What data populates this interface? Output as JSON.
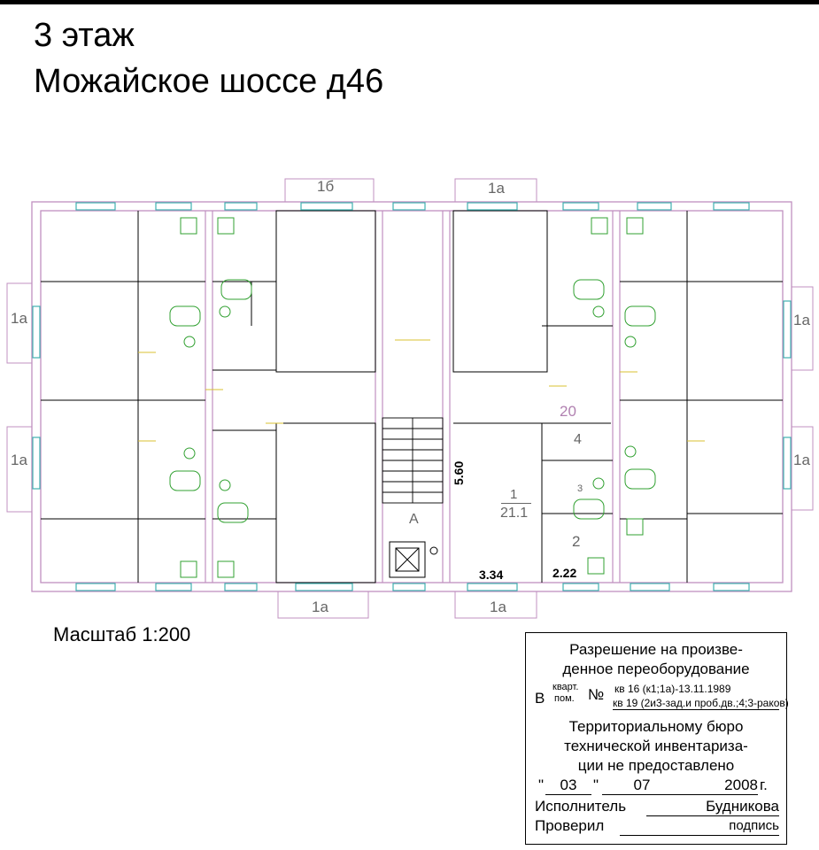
{
  "header": {
    "floor": "3 этаж",
    "address": "Можайское шоссе д46"
  },
  "plan": {
    "window_labels": [
      "1б",
      "1а",
      "1а",
      "1а",
      "1а",
      "1а",
      "1а",
      "1а"
    ],
    "stair_label": "А",
    "room_numbers": [
      "20",
      "4",
      "1",
      "3",
      "2"
    ],
    "room_area": "21.1",
    "dimensions": [
      "5.60",
      "3.34",
      "2.22"
    ],
    "colors": {
      "walls": "#c090c0",
      "windows": "#40b0b0",
      "fixtures": "#30a030",
      "annotations": "#d8c030"
    }
  },
  "scale": "Масштаб 1:200",
  "stamp": {
    "line1": "Разрешение на произве-",
    "line2": "денное переоборудование",
    "v_prefix": "В",
    "kvart": "кварт.",
    "pom": "пом.",
    "num_sign": "№",
    "kv_line1": "кв 16 (к1;1а)-13.11.1989",
    "kv_line2": "кв 19 (2и3-зад.и проб.дв.;4;3-раков)",
    "line3": "Территориальному бюро",
    "line4": "технической инвентариза-",
    "line5": "ции не предоставлено",
    "quote_open": "\"",
    "day": "03",
    "quote_close": "\"",
    "month": "07",
    "year": "2008",
    "year_suffix": "г.",
    "executor_label": "Исполнитель",
    "executor_name": "Будникова",
    "checker_label": "Проверил",
    "signature": "подпись"
  }
}
